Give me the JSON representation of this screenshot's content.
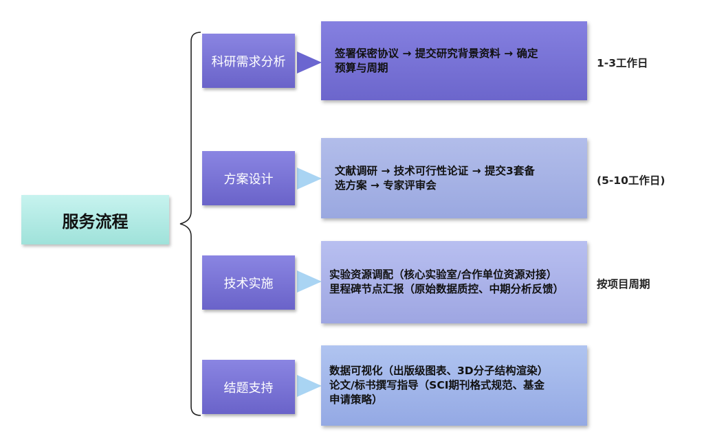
{
  "root": {
    "label": "服务流程"
  },
  "steps": [
    {
      "label": "科研需求分析",
      "desc": "签署保密协议 → 提交研究背景资料 → 确定\n预算与周期",
      "duration": "1-3工作日"
    },
    {
      "label": "方案设计",
      "desc": "文献调研 → 技术可行性论证 → 提交3套备\n选方案 → 专家评审会",
      "duration": "(5-10工作日)"
    },
    {
      "label": "技术实施",
      "desc": "实验资源调配（核心实验室/合作单位资源对接）\n里程碑节点汇报（原始数据质控、中期分析反馈）",
      "duration": "按项目周期"
    },
    {
      "label": "结题支持",
      "desc": "数据可视化（出版级图表、3D分子结构渲染）\n论文/标书撰写指导（SCI期刊格式规范、基金\n申请策略）",
      "duration": ""
    }
  ],
  "colors": {
    "root": "#a8e6df",
    "step": "#7b75d6",
    "desc_dark": "#7b75d8",
    "desc_light": "#a6b4e6",
    "arrow_dark": "#6b66d0",
    "arrow_light": "#a9d4f3"
  }
}
